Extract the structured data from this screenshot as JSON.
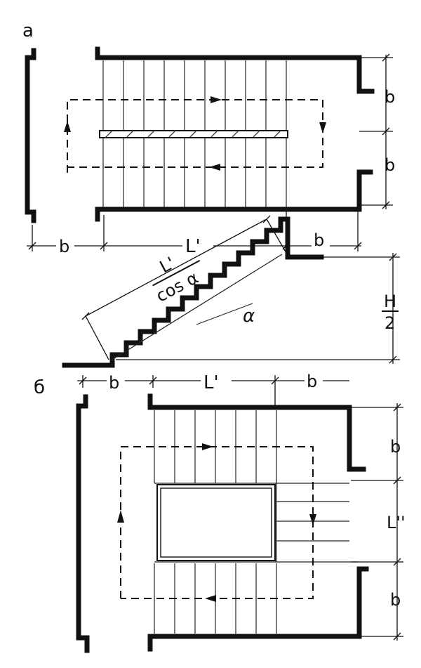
{
  "plan_a": {
    "label": "а",
    "dim_b_left": "b",
    "dim_L": "L'",
    "dim_b_right": "b",
    "dim_b_top": "b",
    "dim_b_mid": "b"
  },
  "section": {
    "frac_num": "L'",
    "frac_den": "cos α",
    "angle": "α",
    "height_num": "H",
    "height_den": "2"
  },
  "plan_b": {
    "label": "б",
    "dim_b_left": "b",
    "dim_L": "L'",
    "dim_b_right": "b",
    "dim_b_top": "b",
    "dim_L2": "L''",
    "dim_b_bottom": "b"
  }
}
